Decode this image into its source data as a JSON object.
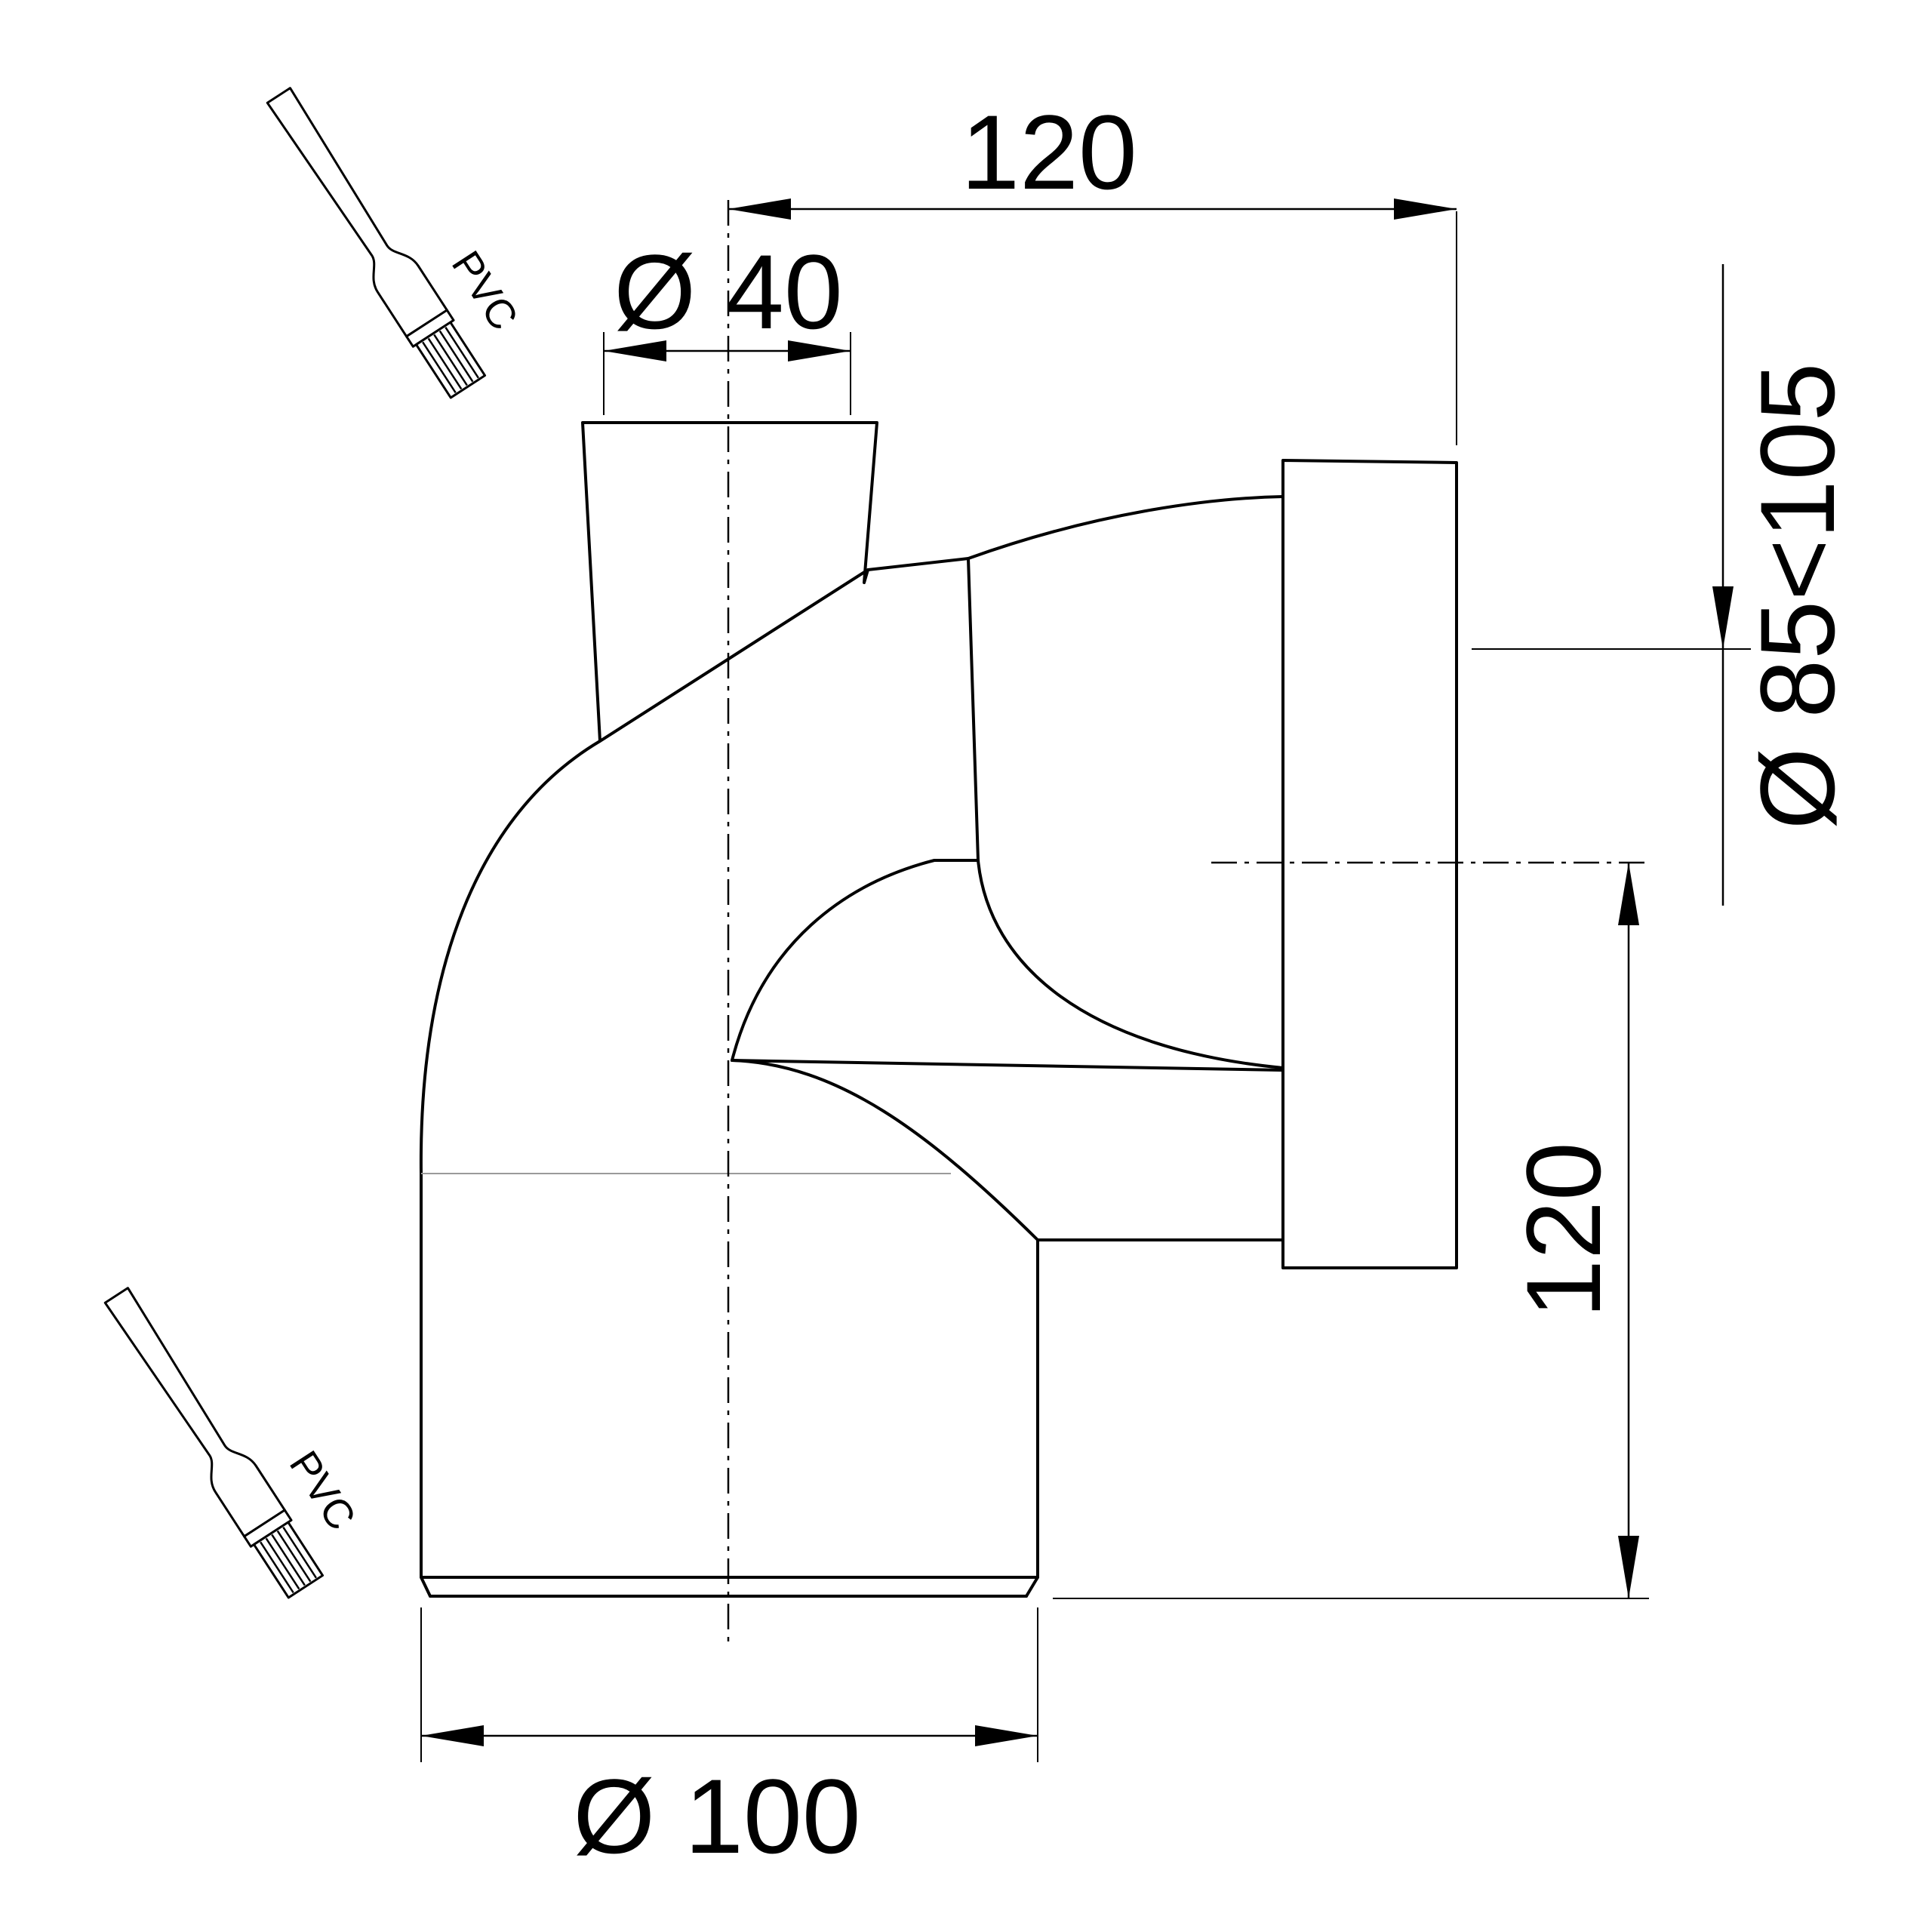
{
  "dimensions": {
    "horizontal_offset": "120",
    "inlet_diameter": "Ø 40",
    "outlet_diameter": "Ø 100",
    "socket_diameter": "Ø 85<105",
    "vertical_offset": "120"
  },
  "labels": {
    "brush_top": "PVC",
    "brush_bottom": "PVC"
  },
  "icons": [
    "glue-brush-icon",
    "glue-brush-icon"
  ]
}
